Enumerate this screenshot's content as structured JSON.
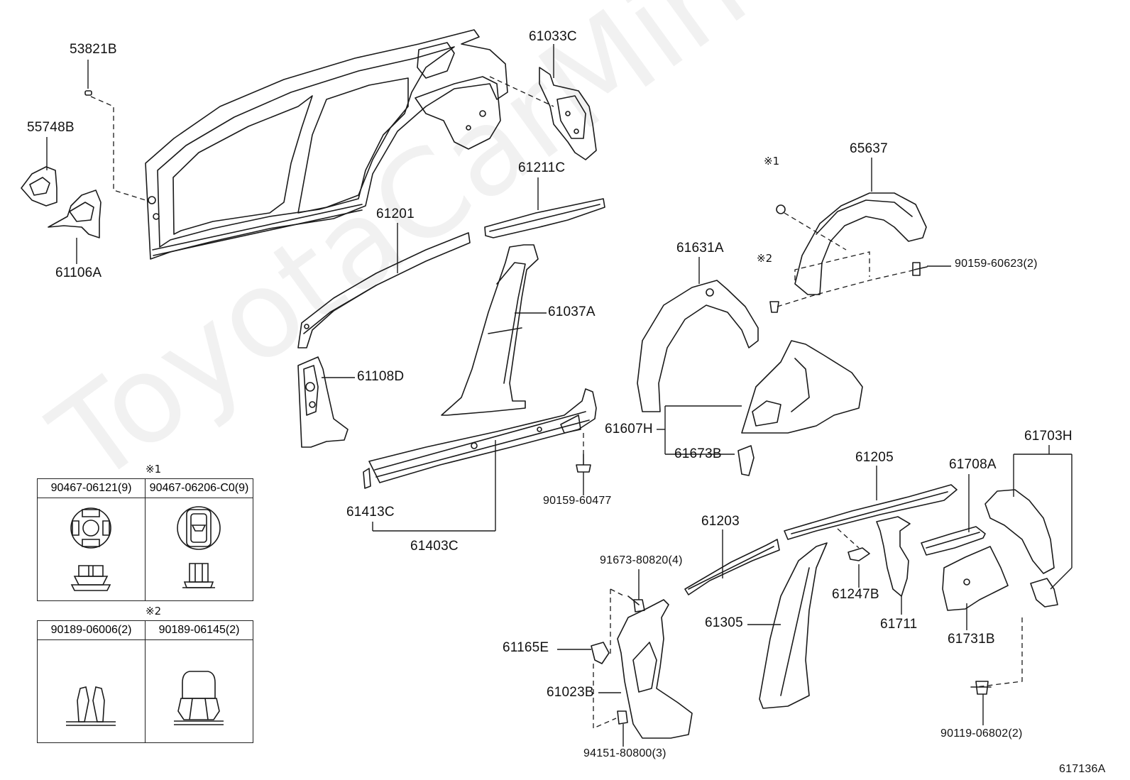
{
  "watermark": "ToyotaCarMine.ru",
  "diagram_id": "617136A",
  "parts": {
    "p53821B": "53821B",
    "p55748B": "55748B",
    "p61106A": "61106A",
    "p61033C": "61033C",
    "p61211C": "61211C",
    "p61201": "61201",
    "p61037A": "61037A",
    "p61108D": "61108D",
    "p61413C": "61413C",
    "p61403C": "61403C",
    "p90159_60477": "90159-60477",
    "p65637": "65637",
    "p61631A": "61631A",
    "p90159_60623": "90159-60623(2)",
    "p61607H": "61607H",
    "p61673B": "61673B",
    "p61205": "61205",
    "p61708A": "61708A",
    "p61703H": "61703H",
    "p61203": "61203",
    "p91673_80820": "91673-80820(4)",
    "p61305": "61305",
    "p61247B": "61247B",
    "p61711": "61711",
    "p61731B": "61731B",
    "p61165E": "61165E",
    "p61023B": "61023B",
    "p94151_80800": "94151-80800(3)",
    "p90119_06802": "90119-06802(2)"
  },
  "marks": {
    "m1": "※1",
    "m2": "※2"
  },
  "legend1": {
    "mark": "※1",
    "col1": "90467-06121(9)",
    "col2": "90467-06206-C0(9)"
  },
  "legend2": {
    "mark": "※2",
    "col1": "90189-06006(2)",
    "col2": "90189-06145(2)"
  }
}
